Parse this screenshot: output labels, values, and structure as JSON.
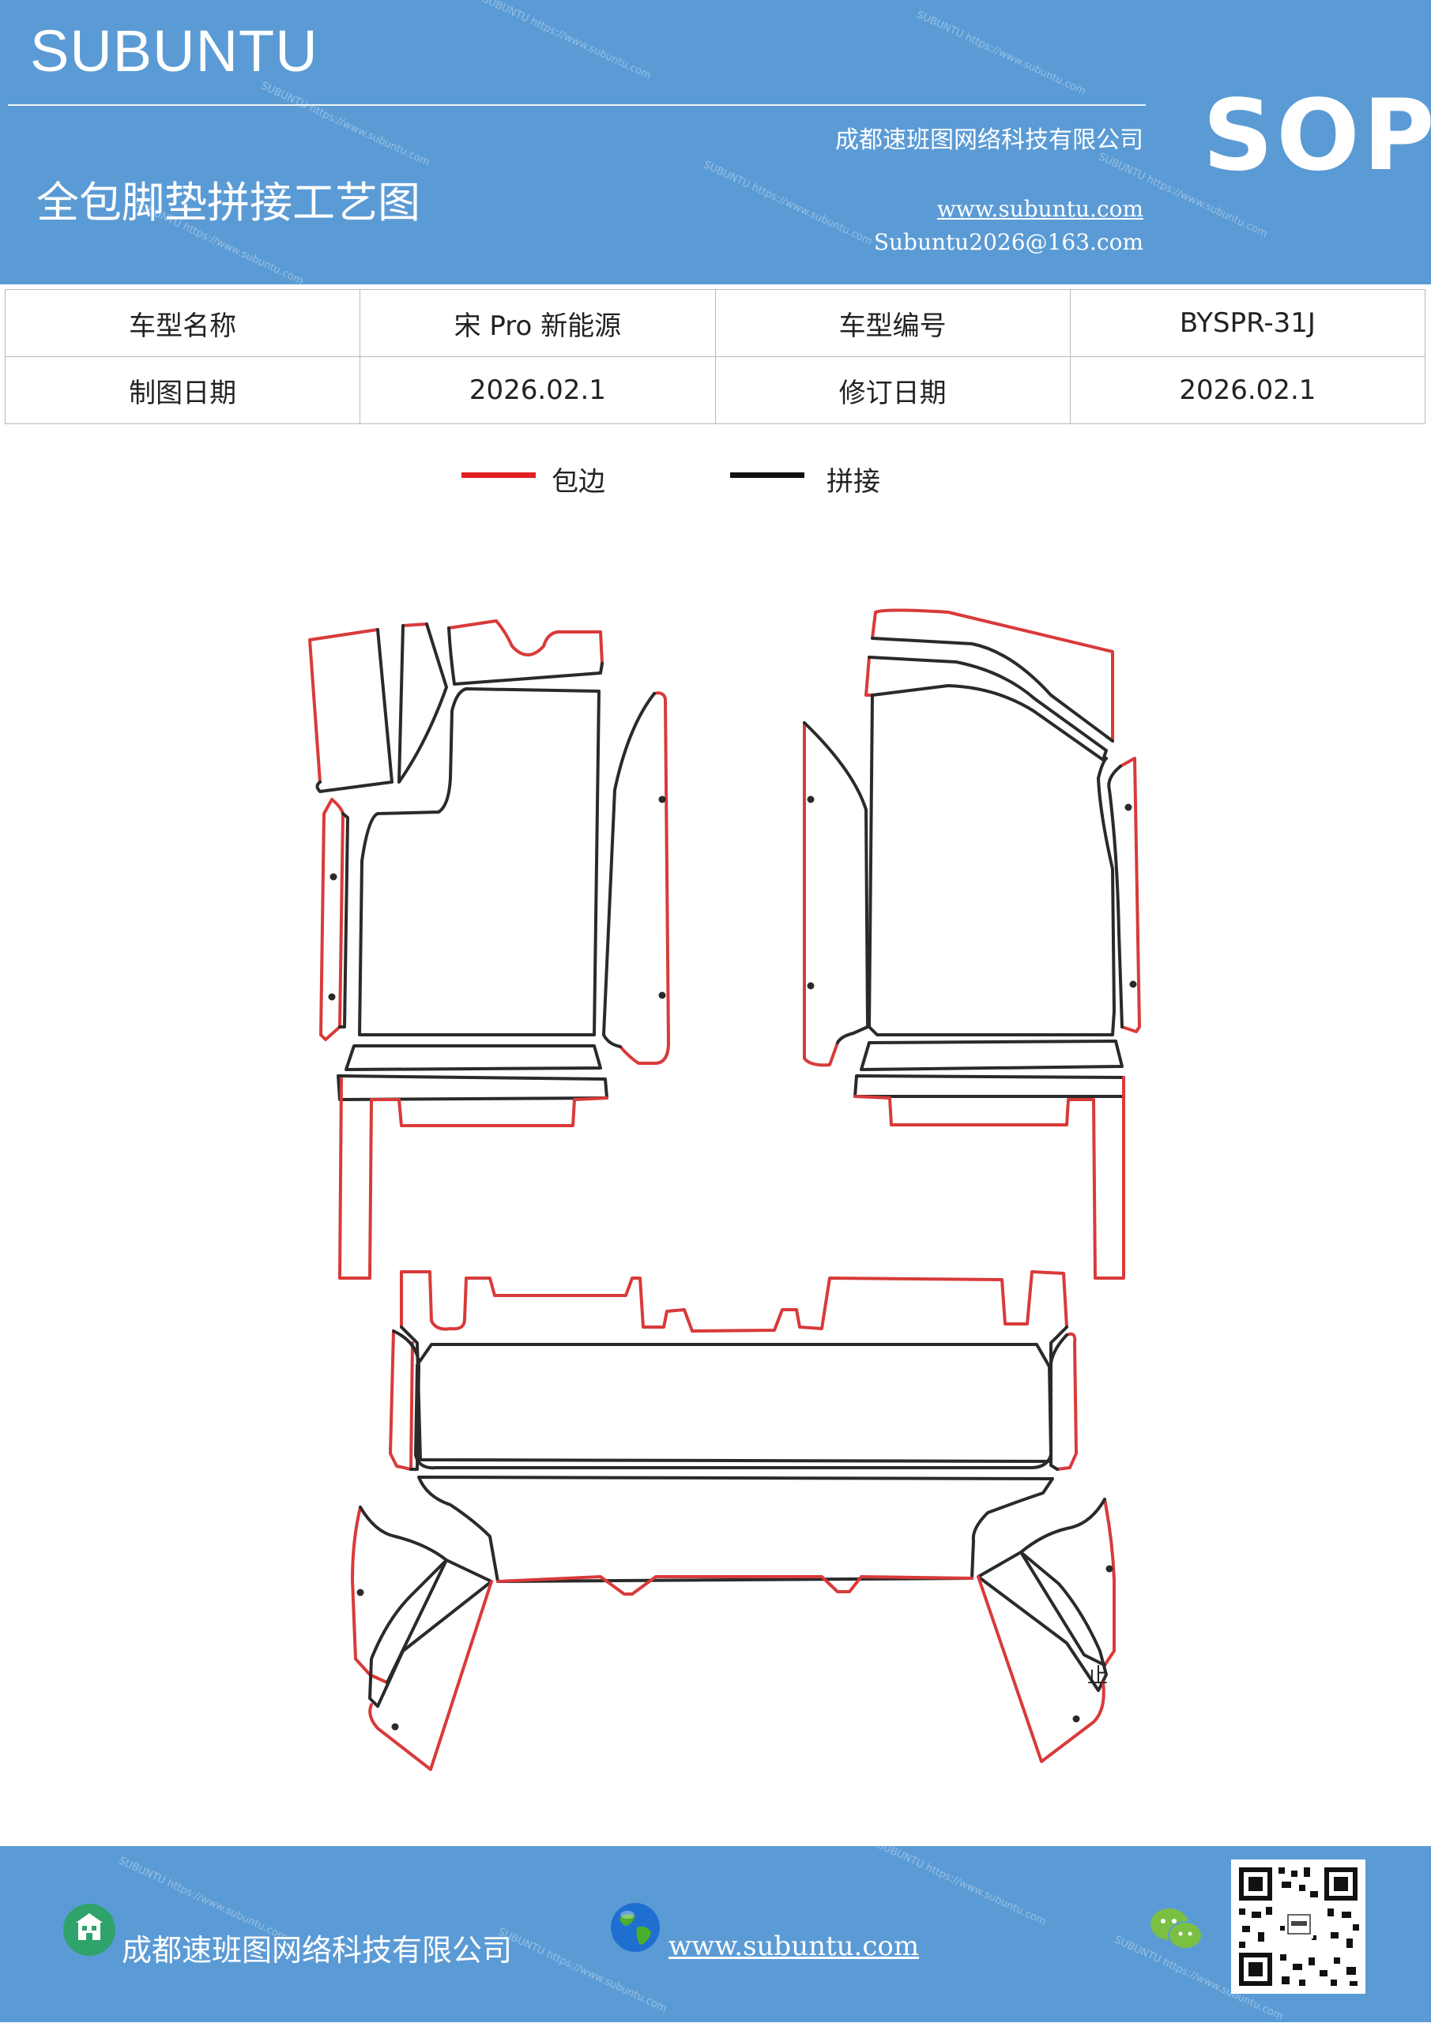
{
  "header": {
    "brand": "SUBUNTU",
    "company": "成都速班图网络科技有限公司",
    "sop": "SOP",
    "title": "全包脚垫拼接工艺图",
    "website": "www.subuntu.com",
    "email": "Subuntu2026@163.com",
    "watermark": "SUBUNTU https://www.subuntu.com"
  },
  "info_table": {
    "rows": [
      [
        "车型名称",
        "宋 Pro 新能源",
        "车型编号",
        "BYSPR-31J"
      ],
      [
        "制图日期",
        "2026.02.1",
        "修订日期",
        "2026.02.1"
      ]
    ]
  },
  "legend": {
    "items": [
      {
        "label": "包边",
        "color": "#e02020"
      },
      {
        "label": "拼接",
        "color": "#111111"
      }
    ]
  },
  "diagram": {
    "edge_color": "#d93a3a",
    "seam_color": "#2a2a2a",
    "mark": "止"
  },
  "footer": {
    "company": "成都速班图网络科技有限公司",
    "website": "www.subuntu.com",
    "icons": [
      "building-icon",
      "globe-icon",
      "wechat-icon",
      "qr-code"
    ]
  }
}
